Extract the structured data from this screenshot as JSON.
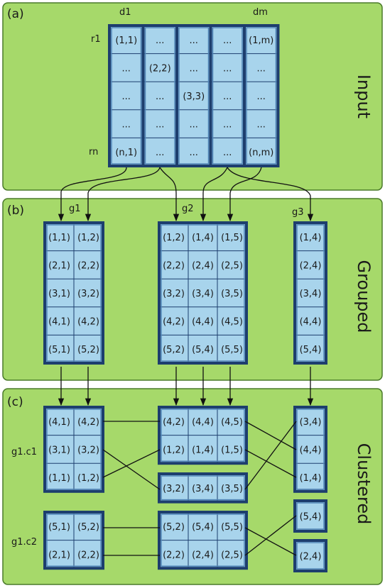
{
  "panels": {
    "input": {
      "tag": "(a)",
      "title": "Input"
    },
    "grouped": {
      "tag": "(b)",
      "title": "Grouped"
    },
    "clustered": {
      "tag": "(c)",
      "title": "Clustered"
    }
  },
  "input": {
    "col_labels": {
      "first": "d1",
      "last": "dm"
    },
    "row_labels": {
      "first": "r1",
      "last": "rn"
    },
    "columns": [
      [
        "(1,1)",
        "...",
        "...",
        "...",
        "(n,1)"
      ],
      [
        "...",
        "(2,2)",
        "...",
        "...",
        "..."
      ],
      [
        "...",
        "...",
        "(3,3)",
        "...",
        "..."
      ],
      [
        "...",
        "...",
        "...",
        "...",
        "..."
      ],
      [
        "(1,m)",
        "...",
        "...",
        "...",
        "(n,m)"
      ]
    ]
  },
  "grouped": {
    "groups": [
      {
        "name": "g1",
        "rows": [
          [
            "(1,1)",
            "(1,2)"
          ],
          [
            "(2,1)",
            "(2,2)"
          ],
          [
            "(3,1)",
            "(3,2)"
          ],
          [
            "(4,1)",
            "(4,2)"
          ],
          [
            "(5,1)",
            "(5,2)"
          ]
        ]
      },
      {
        "name": "g2",
        "rows": [
          [
            "(1,2)",
            "(1,4)",
            "(1,5)"
          ],
          [
            "(2,2)",
            "(2,4)",
            "(2,5)"
          ],
          [
            "(3,2)",
            "(3,4)",
            "(3,5)"
          ],
          [
            "(4,2)",
            "(4,4)",
            "(4,5)"
          ],
          [
            "(5,2)",
            "(5,4)",
            "(5,5)"
          ]
        ]
      },
      {
        "name": "g3",
        "rows": [
          [
            "(1,4)"
          ],
          [
            "(2,4)"
          ],
          [
            "(3,4)"
          ],
          [
            "(4,4)"
          ],
          [
            "(5,4)"
          ]
        ]
      }
    ]
  },
  "clustered": {
    "cluster_labels": [
      "g1.c1",
      "g1.c2"
    ],
    "blocks": [
      {
        "id": "g1c1",
        "rows": [
          [
            "(4,1)",
            "(4,2)"
          ],
          [
            "(3,1)",
            "(3,2)"
          ],
          [
            "(1,1)",
            "(1,2)"
          ]
        ]
      },
      {
        "id": "g2a",
        "rows": [
          [
            "(4,2)",
            "(4,4)",
            "(4,5)"
          ],
          [
            "(1,2)",
            "(1,4)",
            "(1,5)"
          ]
        ]
      },
      {
        "id": "g2b",
        "rows": [
          [
            "(3,2)",
            "(3,4)",
            "(3,5)"
          ]
        ]
      },
      {
        "id": "g3a",
        "rows": [
          [
            "(3,4)"
          ],
          [
            "(4,4)"
          ],
          [
            "(1,4)"
          ]
        ]
      },
      {
        "id": "g1c2",
        "rows": [
          [
            "(5,1)",
            "(5,2)"
          ],
          [
            "(2,1)",
            "(2,2)"
          ]
        ]
      },
      {
        "id": "g2c",
        "rows": [
          [
            "(5,2)",
            "(5,4)",
            "(5,5)"
          ],
          [
            "(2,2)",
            "(2,4)",
            "(2,5)"
          ]
        ]
      },
      {
        "id": "g3b",
        "rows": [
          [
            "(5,4)"
          ]
        ]
      },
      {
        "id": "g3c",
        "rows": [
          [
            "(2,4)"
          ]
        ]
      }
    ]
  },
  "colors": {
    "panel": "#a6d96a",
    "cell": "#a8d4ec",
    "border": "#1d3e6e"
  }
}
